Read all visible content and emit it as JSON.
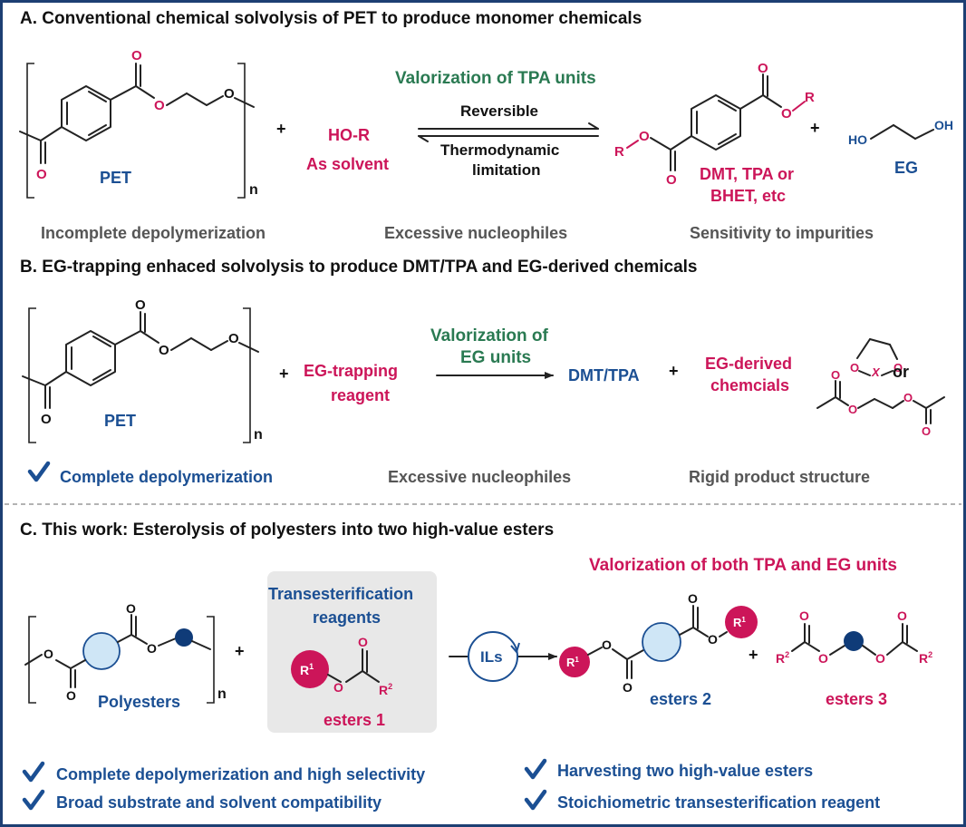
{
  "colors": {
    "frame": "#1d3f73",
    "blue": "#1b4f93",
    "red": "#cc1559",
    "green": "#2a7a52",
    "gray": "#555555",
    "light_blue_node": "#cfe6f6",
    "dark_blue_node": "#0f3b78",
    "reagent_box": "#e8e8e8"
  },
  "section_a": {
    "title": "A. Conventional chemical solvolysis of PET to produce monomer chemicals",
    "pet_label": "PET",
    "n": "n",
    "plus": "+",
    "solvent_line1": "HO-R",
    "solvent_line2": "As solvent",
    "valorization": "Valorization of TPA units",
    "arrow_top": "Reversible",
    "arrow_bottom_line1": "Thermodynamic",
    "arrow_bottom_line2": "limitation",
    "product_label_line1": "DMT, TPA or",
    "product_label_line2": "BHET, etc",
    "eg_label": "EG",
    "atom_O": "O",
    "atom_R": "R",
    "atom_HO": "HO",
    "atom_OH": "OH",
    "drawback_1": "Incomplete depolymerization",
    "drawback_2": "Excessive nucleophiles",
    "drawback_3": "Sensitivity to impurities"
  },
  "section_b": {
    "title": "B. EG-trapping enhaced solvolysis to produce DMT/TPA and EG-derived chemicals",
    "pet_label": "PET",
    "n": "n",
    "plus": "+",
    "reagent_line1": "EG-trapping",
    "reagent_line2": "reagent",
    "valorization_line1": "Valorization of",
    "valorization_line2": "EG units",
    "product": "DMT/TPA",
    "derived_line1": "EG-derived",
    "derived_line2": "chemcials",
    "or": "or",
    "atom_O": "O",
    "atom_X": "X",
    "benefit_1": "Complete depolymerization",
    "drawback_2": "Excessive nucleophiles",
    "drawback_3": "Rigid product structure"
  },
  "section_c": {
    "title": "C. This work: Esterolysis of polyesters into two high-value esters",
    "polymer_label": "Polyesters",
    "n": "n",
    "plus": "+",
    "reagent_title_line1": "Transesterification",
    "reagent_title_line2": "reagents",
    "reagent_label": "esters 1",
    "catalyst": "ILs",
    "valorization": "Valorization of both TPA and EG units",
    "product_1": "esters 2",
    "product_2": "esters 3",
    "atom_O": "O",
    "R1": "R",
    "R2": "R",
    "sup_1": "1",
    "sup_2": "2",
    "benefits": [
      "Complete depolymerization and high selectivity",
      "Broad substrate and solvent compatibility",
      "Harvesting two high-value esters",
      "Stoichiometric transesterification reagent"
    ]
  }
}
